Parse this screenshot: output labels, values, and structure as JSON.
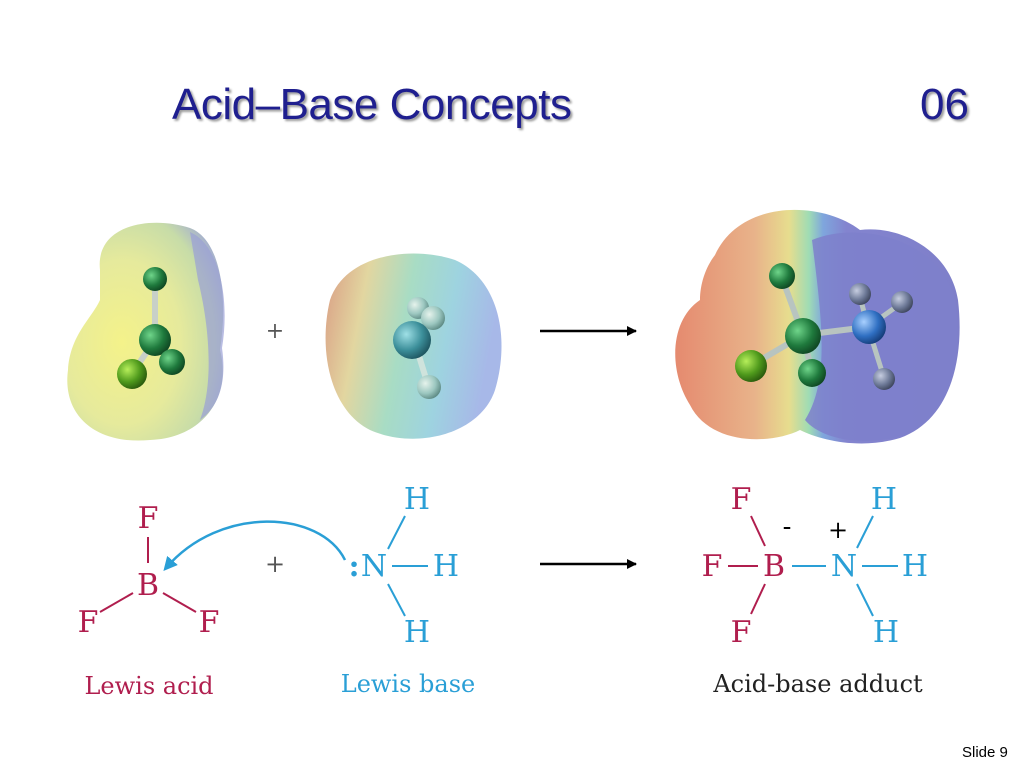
{
  "slide": {
    "title": "Acid–Base Concepts",
    "chapter": "06",
    "slide_number": "Slide 9"
  },
  "reaction": {
    "plus": "+",
    "acid_atoms": {
      "center": "B",
      "top": "F",
      "left": "F",
      "right": "F"
    },
    "base_atoms": {
      "lone_pair": ":",
      "center": "N",
      "top": "H",
      "right": "H",
      "bottom": "H"
    },
    "adduct_atoms": {
      "boron": "B",
      "nitrogen": "N",
      "f_top": "F",
      "f_left": "F",
      "f_bottom": "F",
      "h_top": "H",
      "h_right": "H",
      "h_bottom": "H",
      "minus_charge": "-",
      "plus_charge": "+"
    },
    "labels": {
      "acid": "Lewis acid",
      "base": "Lewis base",
      "adduct": "Acid-base adduct"
    }
  },
  "colors": {
    "title": "#1f1f8f",
    "acid_red": "#b01e4e",
    "base_blue": "#2a9fd6",
    "adduct_label": "#222222"
  }
}
